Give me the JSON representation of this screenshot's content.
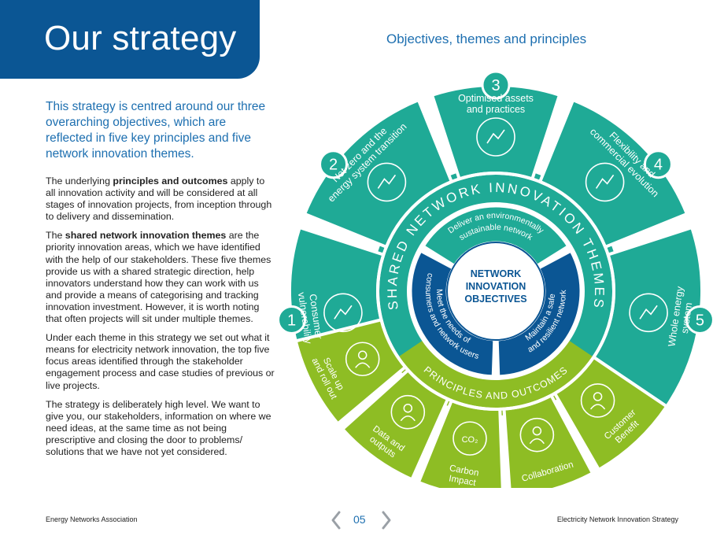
{
  "header": {
    "title": "Our strategy"
  },
  "intro": "This strategy is centred around our three overarching objectives, which are reflected in five key principles and five network innovation themes.",
  "paragraphs": [
    {
      "before": "The underlying ",
      "strong": "principles and outcomes",
      "after": " apply to all innovation activity and will be considered at all stages of innovation projects, from inception through to delivery and dissemination."
    },
    {
      "before": "The ",
      "strong": "shared network innovation themes",
      "after": " are the priority innovation areas, which we have identified with the help of our stakeholders. These five themes provide us with a shared strategic direction, help innovators understand how they can work with us and provide a means of categorising and tracking innovation investment. However, it is worth noting that often projects will sit under multiple themes."
    },
    {
      "before": "Under each theme in this strategy we set out what it means for electricity network innovation, the top five focus areas identified through the stakeholder engagement process and case studies of previous or live projects.",
      "strong": "",
      "after": ""
    },
    {
      "before": "The strategy is deliberately high level. We want to give you, our stakeholders, information on where we need ideas, at the same time as not being prescriptive and closing the door to problems/ solutions that we have not yet considered.",
      "strong": "",
      "after": ""
    }
  ],
  "diagram": {
    "subtitle": "Objectives, themes and principles",
    "colors": {
      "teal": "#1faa96",
      "teal_dark": "#17907f",
      "green": "#8ebd24",
      "blue": "#0b5694",
      "blue_mid": "#1b73b8"
    },
    "center": {
      "line1": "NETWORK",
      "line2": "INNOVATION",
      "line3": "OBJECTIVES"
    },
    "objectives": [
      {
        "line1": "Deliver an environmentally",
        "line2": "sustainable network"
      },
      {
        "line1": "Maintain a safe",
        "line2": "and resilient network"
      },
      {
        "line1": "Meet the needs of",
        "line2": "consumers and network users"
      }
    ],
    "themes_ring_label": "SHARED NETWORK INNOVATION THEMES",
    "principles_ring_label": "PRINCIPLES AND OUTCOMES",
    "themes": [
      {
        "number": "1",
        "lines": [
          "Consumer",
          "vulnerability"
        ],
        "icon": "house-people-icon"
      },
      {
        "number": "2",
        "lines": [
          "Net zero and the",
          "energy system transition"
        ],
        "icon": "chart-icon"
      },
      {
        "number": "3",
        "lines": [
          "Optimised assets",
          "and practices"
        ],
        "icon": "gear-arrows-icon"
      },
      {
        "number": "4",
        "lines": [
          "Flexibility and",
          "commercial evolution"
        ],
        "icon": "flex-arrows-icon"
      },
      {
        "number": "5",
        "lines": [
          "Whole energy",
          "system"
        ],
        "icon": "network-nodes-icon"
      }
    ],
    "principles": [
      {
        "lines": [
          "Customer",
          "Benefit"
        ],
        "icon": "customer-icon"
      },
      {
        "lines": [
          "Collaboration"
        ],
        "icon": "collaboration-icon"
      },
      {
        "lines": [
          "Carbon",
          "Impact"
        ],
        "icon": "co2-icon",
        "icon_text": "CO₂"
      },
      {
        "lines": [
          "Data and",
          "outputs"
        ],
        "icon": "data-icon"
      },
      {
        "lines": [
          "Scale up",
          "and roll out"
        ],
        "icon": "scale-up-icon"
      }
    ]
  },
  "footer": {
    "left": "Energy Networks Association",
    "page": "05",
    "right": "Electricity Network Innovation Strategy"
  }
}
